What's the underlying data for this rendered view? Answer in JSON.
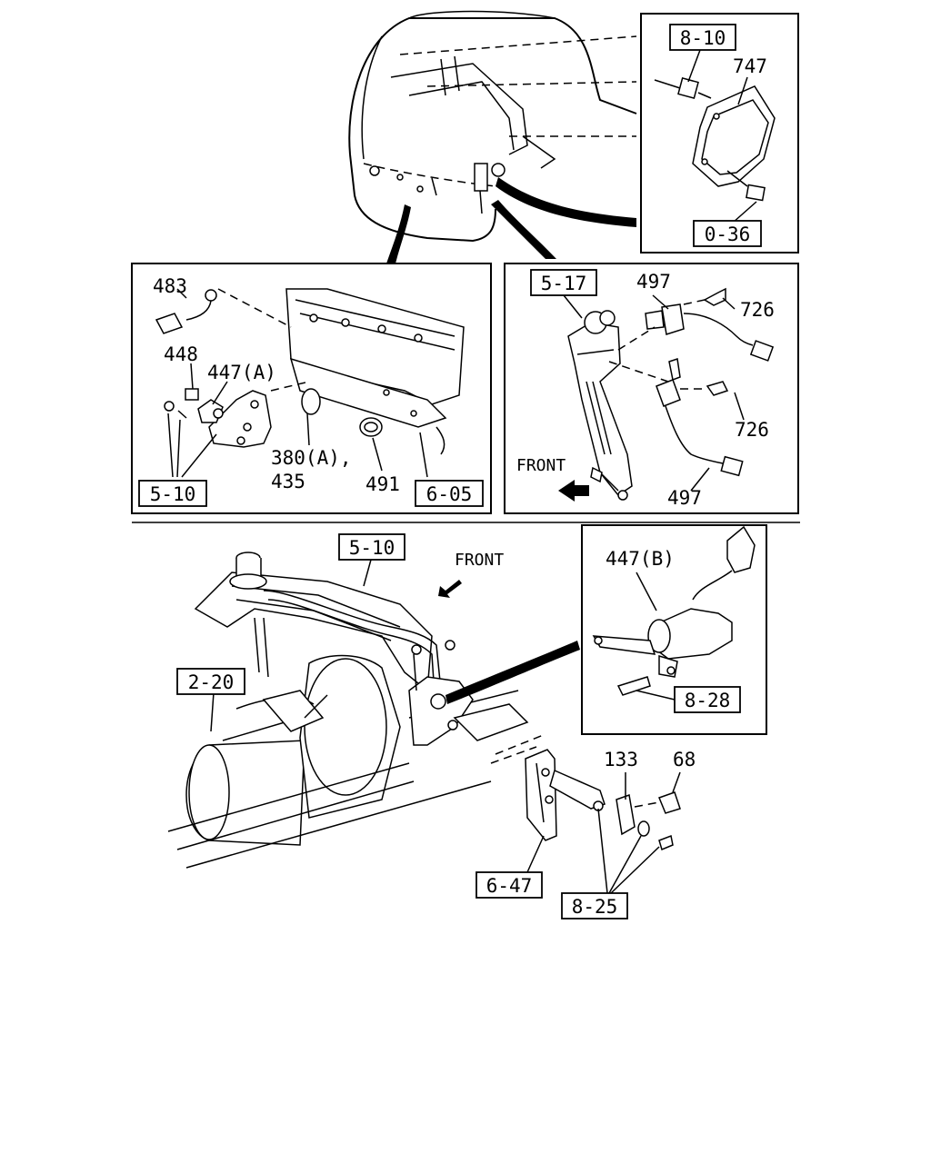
{
  "refs": {
    "r_8_10": "8-10",
    "r_0_36": "0-36",
    "r_5_10_a": "5-10",
    "r_6_05": "6-05",
    "r_5_17": "5-17",
    "r_5_10_b": "5-10",
    "r_2_20": "2-20",
    "r_8_28": "8-28",
    "r_6_47": "6-47",
    "r_8_25": "8-25"
  },
  "parts": {
    "p_747": "747",
    "p_483": "483",
    "p_448": "448",
    "p_447a": "447(A)",
    "p_380a": "380(A),",
    "p_435": "435",
    "p_491": "491",
    "p_497_top": "497",
    "p_726_top": "726",
    "p_726_mid": "726",
    "p_497_bot": "497",
    "p_447b": "447(B)",
    "p_133": "133",
    "p_68": "68"
  },
  "directions": {
    "front_right_panel": "FRONT",
    "front_main": "FRONT"
  },
  "icons": [
    "front-arrow-icon"
  ]
}
